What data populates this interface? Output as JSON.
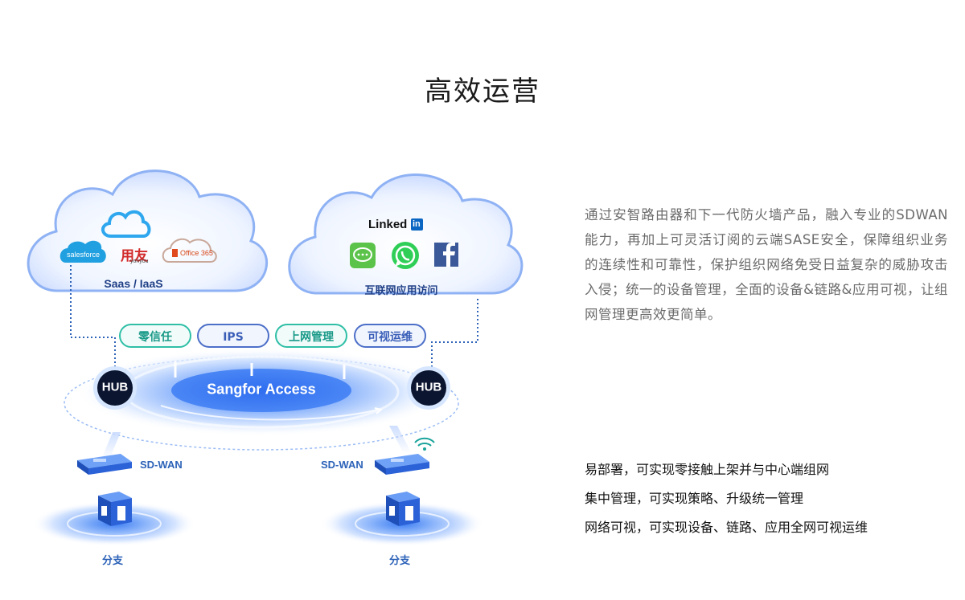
{
  "title": "高效运营",
  "diagram": {
    "cloud_left": {
      "label": "Saas / IaaS",
      "logos": {
        "salesforce": "salesforce",
        "yonyou": "用友",
        "yonyou_sub": "yonyou",
        "office": "Office 365"
      }
    },
    "cloud_right": {
      "label": "互联网应用访问",
      "logos": {
        "linkedin": "Linked",
        "linkedin_in": "in"
      }
    },
    "pills": [
      "零信任",
      "IPS",
      "上网管理",
      "可视运维"
    ],
    "hub_left": "HUB",
    "hub_right": "HUB",
    "access": "Sangfor Access",
    "sdwan_left": "SD-WAN",
    "sdwan_right": "SD-WAN",
    "branch_left": "分支",
    "branch_right": "分支"
  },
  "description": "通过安智路由器和下一代防火墙产品，融入专业的SDWAN能力，再加上可灵活订阅的云端SASE安全，保障组织业务的连续性和可靠性，保护组织网络免受日益复杂的威胁攻击入侵；统一的设备管理，全面的设备&链路&应用可视，让组网管理更高效更简单。",
  "features": [
    "易部署，可实现零接触上架并与中心端组网",
    "集中管理，可实现策略、升级统一管理",
    "网络可视，可实现设备、链路、应用全网可视运维"
  ],
  "colors": {
    "primary_blue": "#2c62b8",
    "teal": "#2fbfa6",
    "hub_dark": "#0b1530"
  }
}
